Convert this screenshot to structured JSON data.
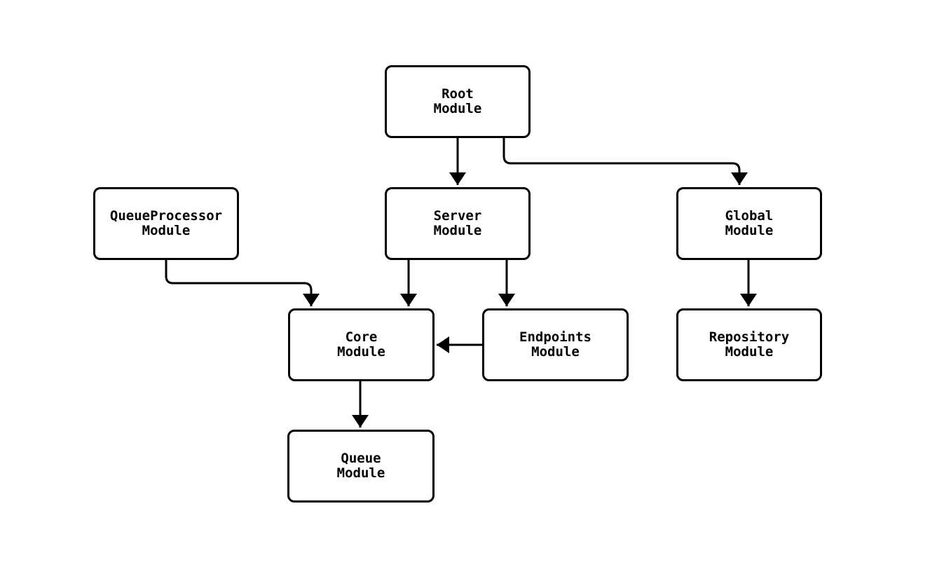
{
  "diagram": {
    "type": "module-dependency-graph",
    "background_color": "#ffffff",
    "stroke_color": "#000000",
    "node_fill_color": "#ffffff",
    "text_color": "#000000",
    "nodes": [
      {
        "id": "root-module",
        "label": "Root\nModule"
      },
      {
        "id": "queueprocessor-module",
        "label": "QueueProcessor\nModule"
      },
      {
        "id": "server-module",
        "label": "Server\nModule"
      },
      {
        "id": "global-module",
        "label": "Global\nModule"
      },
      {
        "id": "core-module",
        "label": "Core\nModule"
      },
      {
        "id": "endpoints-module",
        "label": "Endpoints\nModule"
      },
      {
        "id": "repository-module",
        "label": "Repository\nModule"
      },
      {
        "id": "queue-module",
        "label": "Queue\nModule"
      }
    ],
    "edges": [
      {
        "from": "root-module",
        "to": "server-module"
      },
      {
        "from": "root-module",
        "to": "global-module"
      },
      {
        "from": "queueprocessor-module",
        "to": "core-module"
      },
      {
        "from": "server-module",
        "to": "core-module"
      },
      {
        "from": "server-module",
        "to": "endpoints-module"
      },
      {
        "from": "endpoints-module",
        "to": "core-module"
      },
      {
        "from": "global-module",
        "to": "repository-module"
      },
      {
        "from": "core-module",
        "to": "queue-module"
      }
    ]
  }
}
